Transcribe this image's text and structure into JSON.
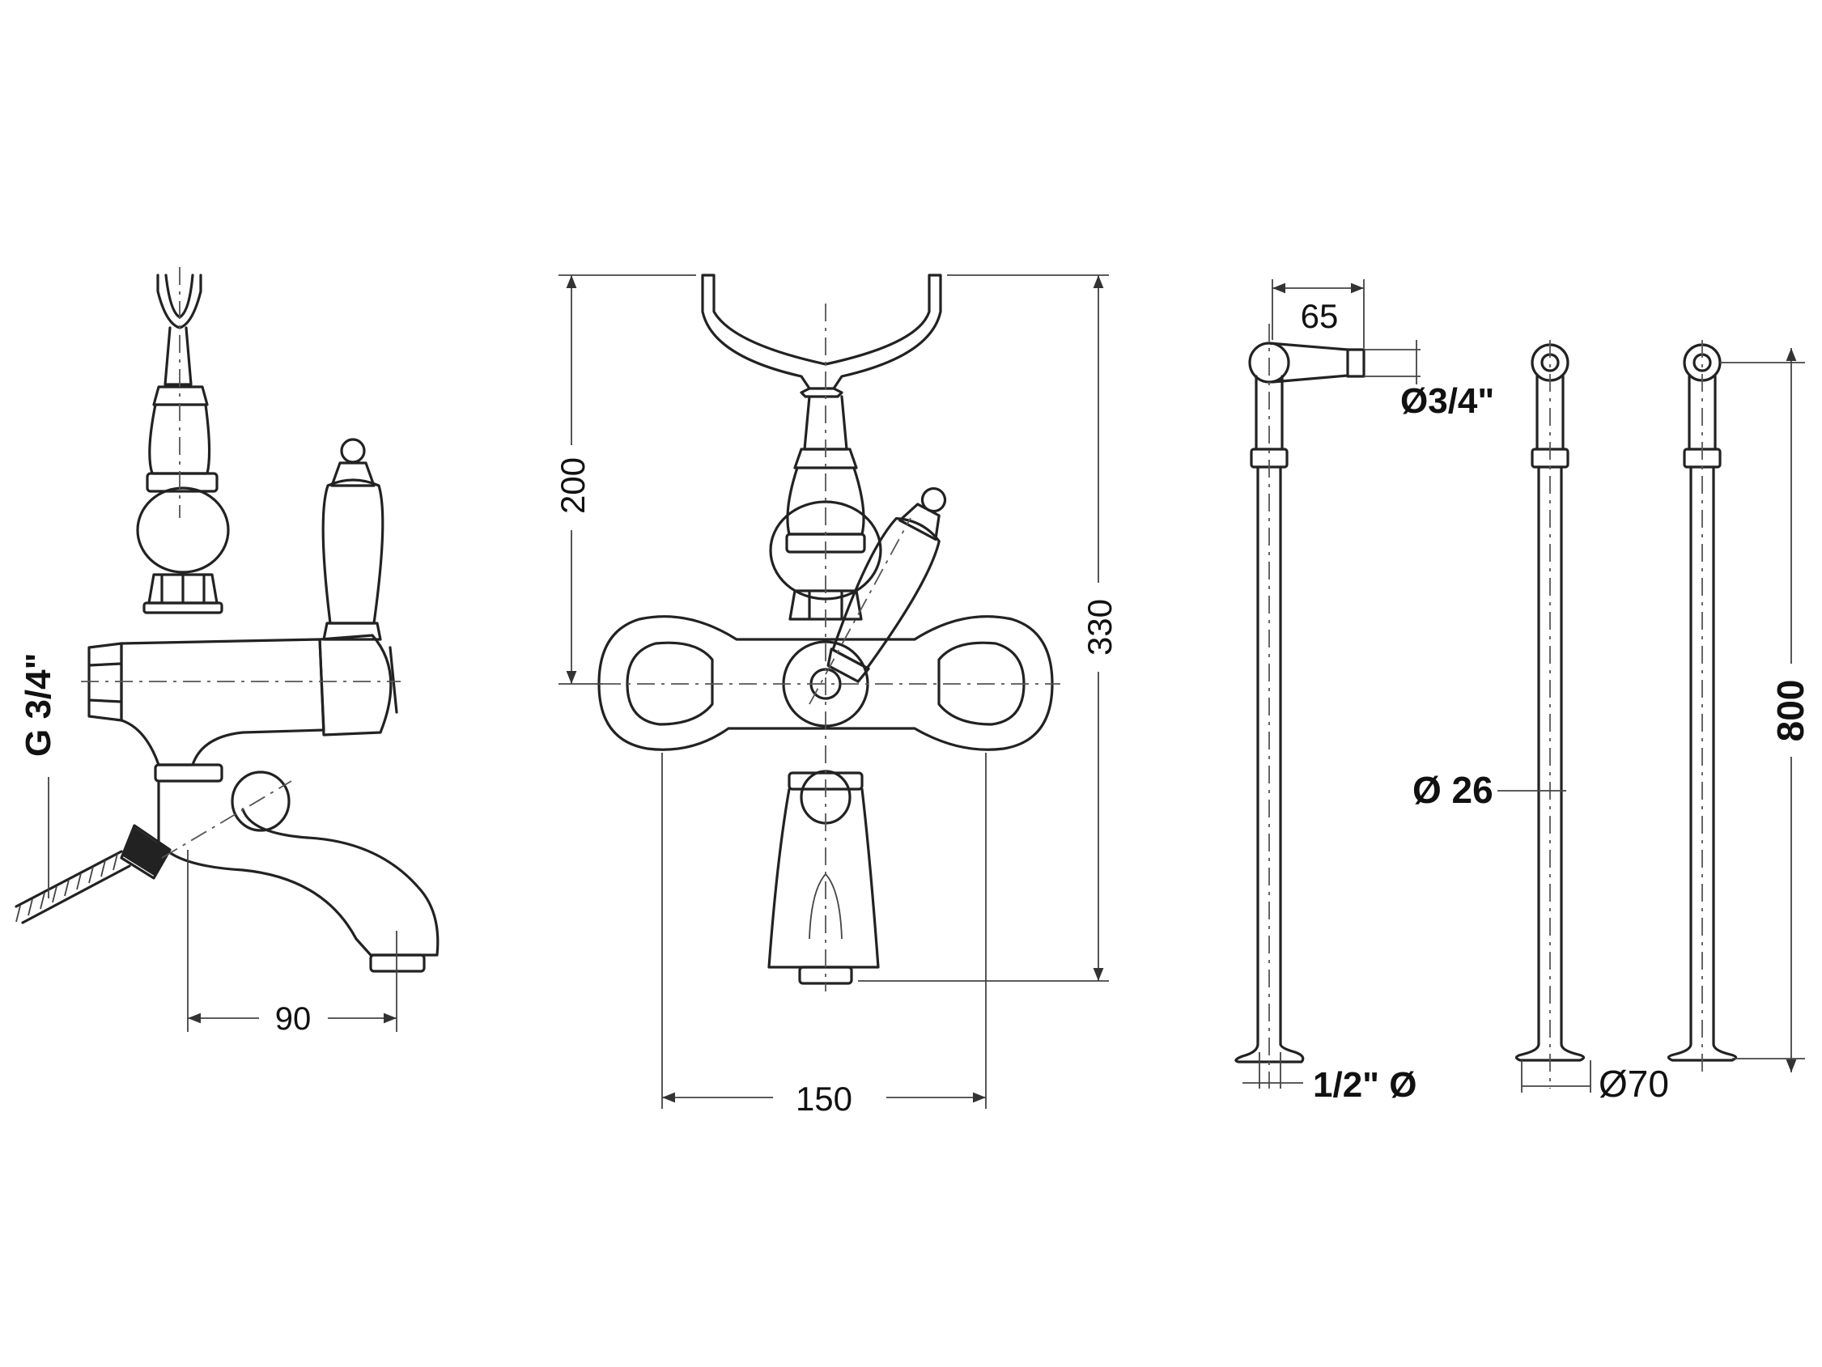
{
  "dimensions": {
    "side_width": "90",
    "connection_thread": "G 3/4\"",
    "front_height_upper": "200",
    "front_height_total": "330",
    "front_width": "150",
    "leg_offset": "65",
    "leg_connection": "Ø3/4\"",
    "leg_tube_diameter": "Ø 26",
    "leg_inlet": "1/2\" Ø",
    "leg_base_diameter": "Ø70",
    "leg_height": "800"
  },
  "colors": {
    "line": "#222222",
    "background": "#ffffff"
  }
}
